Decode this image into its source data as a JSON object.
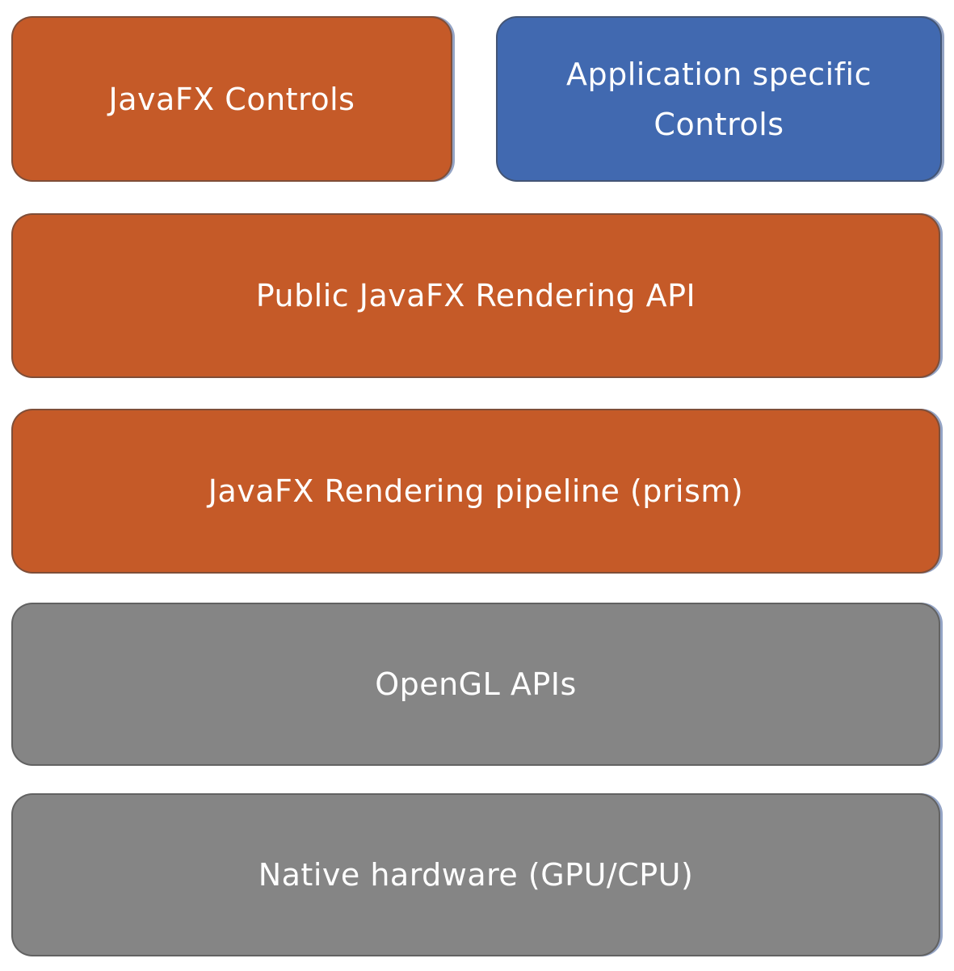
{
  "layers": {
    "javafx_controls": {
      "label": "JavaFX Controls",
      "color": "#c55a28"
    },
    "app_controls": {
      "label": "Application specific\nControls",
      "color": "#4169b0"
    },
    "public_api": {
      "label": "Public JavaFX Rendering API",
      "color": "#c55a28"
    },
    "pipeline": {
      "label": "JavaFX Rendering pipeline (prism)",
      "color": "#c55a28"
    },
    "opengl": {
      "label": "OpenGL APIs",
      "color": "#858585"
    },
    "native": {
      "label": "Native hardware (GPU/CPU)",
      "color": "#858585"
    }
  }
}
